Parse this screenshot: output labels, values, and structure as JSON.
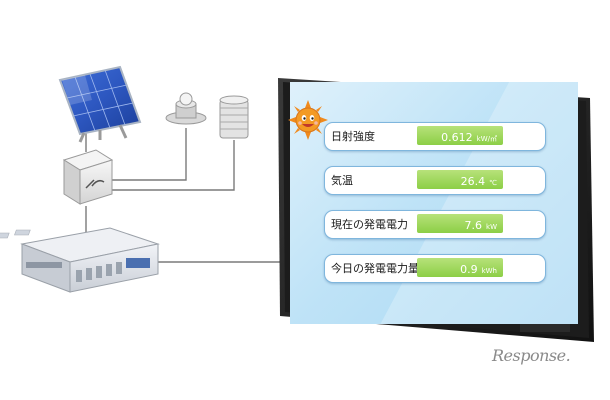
{
  "display": {
    "rows": [
      {
        "label": "日射強度",
        "value": "0.612",
        "unit": "kW/㎡"
      },
      {
        "label": "気温",
        "value": "26.4",
        "unit": "℃"
      },
      {
        "label": "現在の発電電力",
        "value": "7.6",
        "unit": "kW"
      },
      {
        "label": "今日の発電電力量",
        "value": "0.9",
        "unit": "kWh"
      }
    ]
  },
  "watermark": {
    "text": "Response."
  },
  "icons": [
    "solar-panel-icon",
    "pyranometer-icon",
    "thermometer-shelter-icon",
    "power-conditioner-icon",
    "data-logger-icon",
    "sun-icon",
    "monitor-icon"
  ]
}
